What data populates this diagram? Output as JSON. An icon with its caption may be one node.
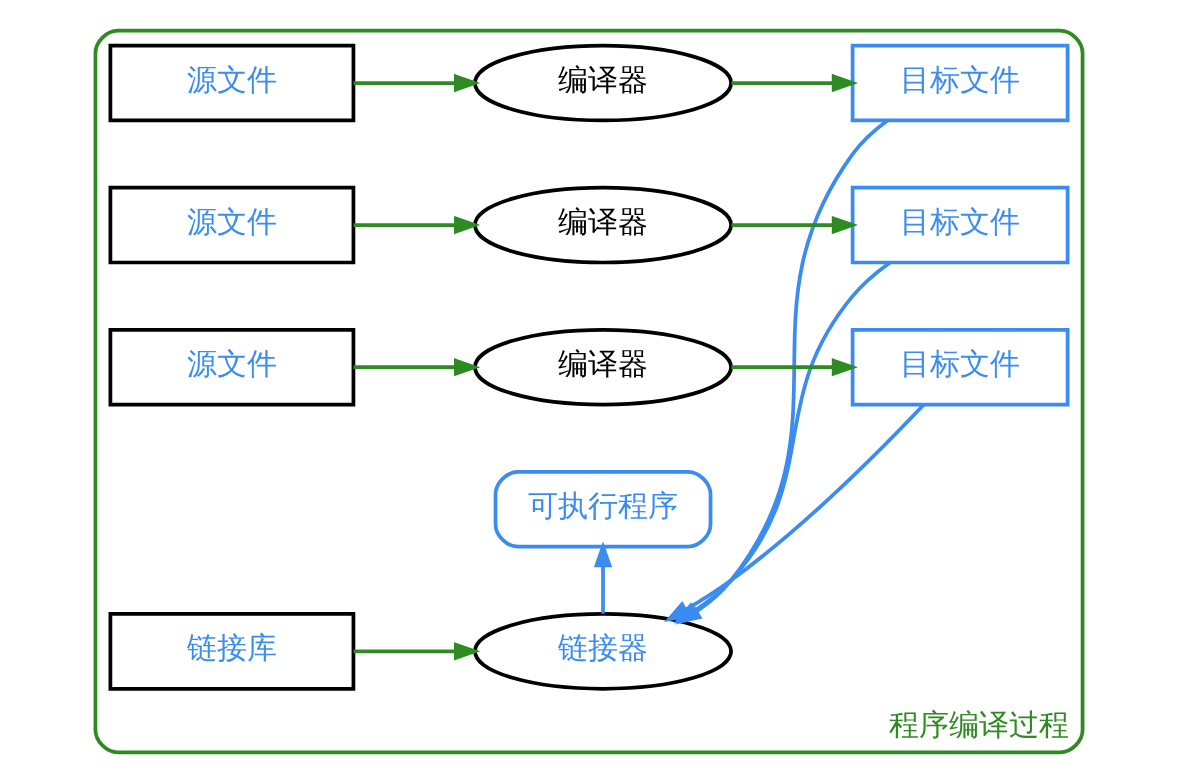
{
  "diagram": {
    "nodes": [
      {
        "text": [
          "程序编译过程"
        ]
      },
      {
        "text": [
          "源文件"
        ],
        "in": 0
      },
      {
        "text": [
          "编译器"
        ],
        "in": 0
      },
      {
        "text": [
          "目标文件"
        ],
        "in": 0
      },
      {
        "text": [
          "源文件"
        ],
        "in": 0
      },
      {
        "text": [
          "编译器"
        ],
        "in": 0
      },
      {
        "text": [
          "目标文件"
        ],
        "in": 0
      },
      {
        "text": [
          "源文件"
        ],
        "in": 0
      },
      {
        "text": [
          "编译器"
        ],
        "in": 0
      },
      {
        "text": [
          "目标文件"
        ],
        "in": 0
      },
      {
        "text": [
          "链接库"
        ],
        "in": 0
      },
      {
        "text": [
          "链接器"
        ],
        "in": 0
      },
      {
        "text": [
          "可执行程序"
        ],
        "in": 0
      }
    ],
    "edges": [
      {
        "from": 1,
        "to": 2,
        "arrow": "to"
      },
      {
        "from": 2,
        "to": 3,
        "arrow": "to"
      },
      {
        "from": 4,
        "to": 5,
        "arrow": "to"
      },
      {
        "from": 5,
        "to": 6,
        "arrow": "to"
      },
      {
        "from": 7,
        "to": 8,
        "arrow": "to"
      },
      {
        "from": 8,
        "to": 9,
        "arrow": "to"
      },
      {
        "from": 3,
        "to": 11,
        "arrow": "to",
        "color": "#3b8cf0"
      },
      {
        "from": 6,
        "to": 11,
        "arrow": "to",
        "color": "#3b8cf0"
      },
      {
        "from": 9,
        "to": 11,
        "arrow": "to",
        "color": "#3b8cf0"
      },
      {
        "from": 10,
        "to": 11,
        "arrow": "to"
      },
      {
        "from": 11,
        "to": 12,
        "arrow": "to",
        "color": "#3b8cf0"
      }
    ]
  }
}
